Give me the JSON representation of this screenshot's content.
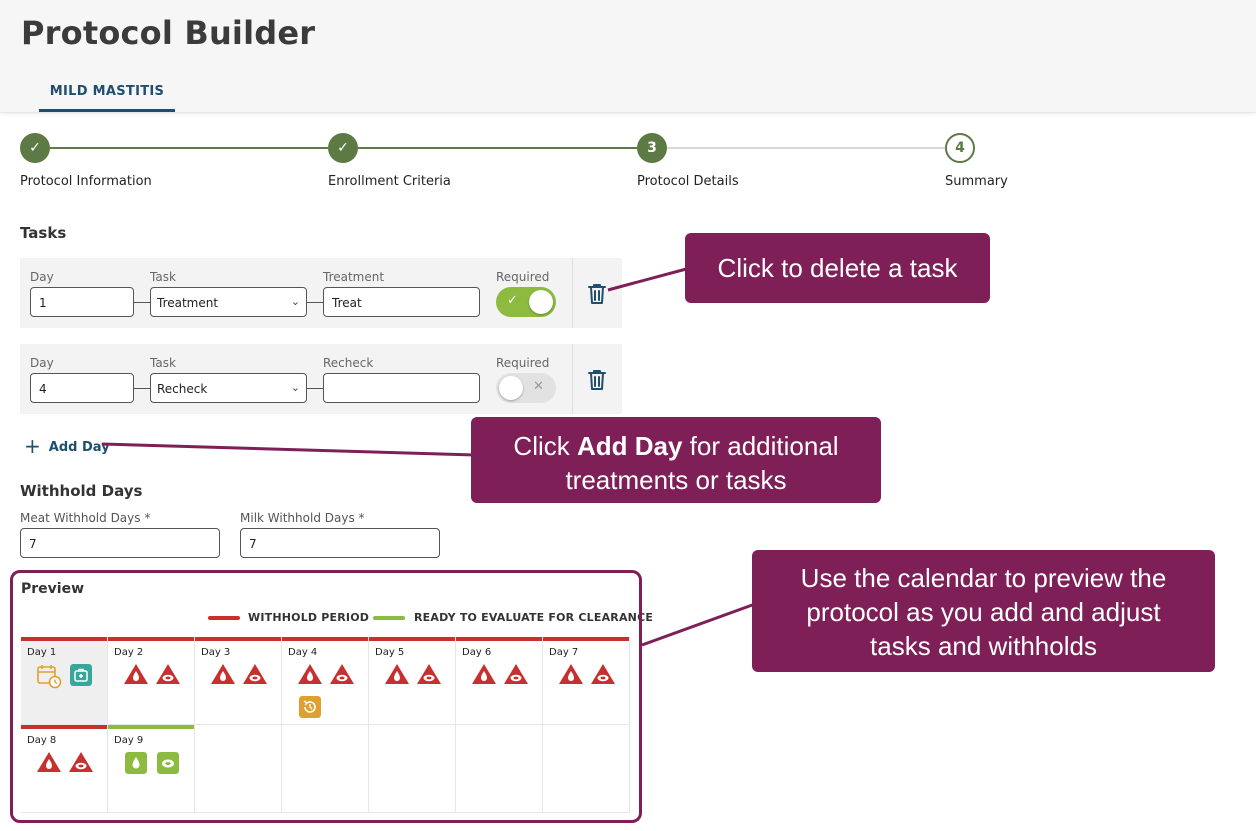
{
  "header": {
    "title": "Protocol Builder",
    "tab": "MILD MASTITIS"
  },
  "steps": [
    {
      "label": "Protocol Information",
      "status": "done",
      "marker": "✓"
    },
    {
      "label": "Enrollment Criteria",
      "status": "done",
      "marker": "✓"
    },
    {
      "label": "Protocol Details",
      "status": "current",
      "marker": "3"
    },
    {
      "label": "Summary",
      "status": "future",
      "marker": "4"
    }
  ],
  "tasks": {
    "title": "Tasks",
    "rows": [
      {
        "day_label": "Day",
        "day": "1",
        "task_label": "Task",
        "task": "Treatment",
        "third_label": "Treatment",
        "third_value": "Treat",
        "required_label": "Required",
        "required": true,
        "toggle_mark": "✓"
      },
      {
        "day_label": "Day",
        "day": "4",
        "task_label": "Task",
        "task": "Recheck",
        "third_label": "Recheck",
        "third_value": "",
        "required_label": "Required",
        "required": false,
        "toggle_mark": "✕"
      }
    ],
    "add_day": "Add Day"
  },
  "withhold": {
    "title": "Withhold Days",
    "meat_label": "Meat Withhold Days *",
    "meat_value": "7",
    "milk_label": "Milk Withhold Days *",
    "milk_value": "7"
  },
  "preview": {
    "title": "Preview",
    "legend_withhold": "WITHHOLD PERIOD",
    "legend_ready": "READY TO EVALUATE FOR CLEARANCE",
    "days": [
      {
        "label": "Day 1",
        "bar": "withhold",
        "icons": [
          "calendar-clock",
          "treatment-kit"
        ]
      },
      {
        "label": "Day 2",
        "bar": "withhold",
        "icons": [
          "milk-warning",
          "meat-warning"
        ]
      },
      {
        "label": "Day 3",
        "bar": "withhold",
        "icons": [
          "milk-warning",
          "meat-warning"
        ]
      },
      {
        "label": "Day 4",
        "bar": "withhold",
        "icons": [
          "milk-warning",
          "meat-warning",
          "recheck"
        ]
      },
      {
        "label": "Day 5",
        "bar": "withhold",
        "icons": [
          "milk-warning",
          "meat-warning"
        ]
      },
      {
        "label": "Day 6",
        "bar": "withhold",
        "icons": [
          "milk-warning",
          "meat-warning"
        ]
      },
      {
        "label": "Day 7",
        "bar": "withhold",
        "icons": [
          "milk-warning",
          "meat-warning"
        ]
      },
      {
        "label": "Day 8",
        "bar": "withhold",
        "icons": [
          "milk-warning",
          "meat-warning"
        ]
      },
      {
        "label": "Day 9",
        "bar": "ready",
        "icons": [
          "milk-ready",
          "meat-ready"
        ]
      }
    ]
  },
  "callouts": {
    "delete": "Click to delete a task",
    "add_pre": "Click ",
    "add_bold": "Add Day",
    "add_post": " for additional",
    "add_line2": "treatments or tasks",
    "calendar_line1": "Use the calendar to preview the",
    "calendar_line2": "protocol as you add and adjust",
    "calendar_line3": "tasks and withholds"
  },
  "colors": {
    "brand_green": "#5d7a45",
    "withhold_red": "#c7302f",
    "ready_green": "#8dbb3f",
    "callout": "#7e1f57",
    "link_blue": "#1f4e6e",
    "recheck_orange": "#e0a030",
    "kit_teal": "#3aa59a"
  }
}
